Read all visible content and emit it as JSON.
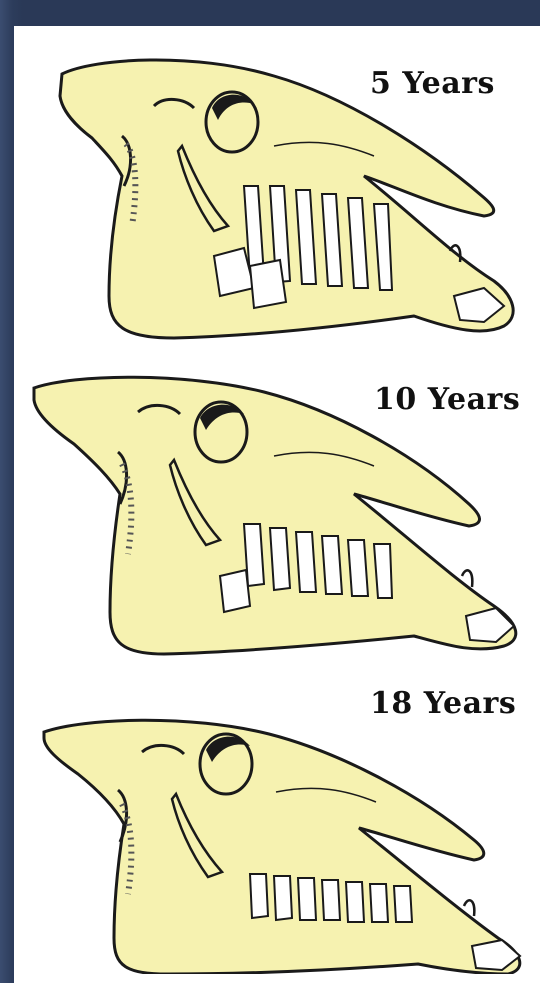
{
  "figure": {
    "panels": [
      {
        "label": "5 Years"
      },
      {
        "label": "10 Years"
      },
      {
        "label": "18 Years"
      }
    ]
  },
  "colors": {
    "bone": "#f6f2b0",
    "outline": "#1a1a1a",
    "teeth": "#ffffff",
    "frame": "#2f3f5e"
  }
}
